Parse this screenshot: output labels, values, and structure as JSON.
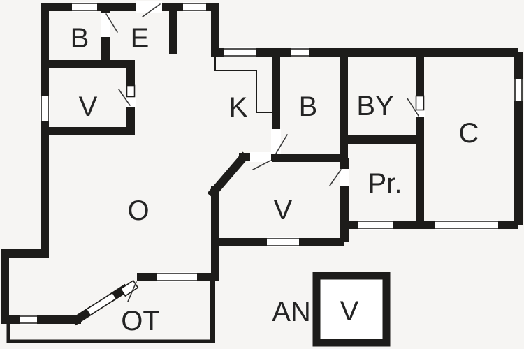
{
  "plan": {
    "type": "floor-plan",
    "rooms": [
      {
        "id": "bedroom-1",
        "label": "B"
      },
      {
        "id": "entry",
        "label": "E"
      },
      {
        "id": "room-v1",
        "label": "V"
      },
      {
        "id": "kitchen",
        "label": "K"
      },
      {
        "id": "bedroom-2",
        "label": "B"
      },
      {
        "id": "utility-by",
        "label": "BY"
      },
      {
        "id": "room-c",
        "label": "C"
      },
      {
        "id": "living-room",
        "label": "O"
      },
      {
        "id": "room-pr",
        "label": "Pr."
      },
      {
        "id": "room-v2",
        "label": "V"
      },
      {
        "id": "terrace-ot",
        "label": "OT"
      },
      {
        "id": "annex",
        "label": "AN"
      },
      {
        "id": "annex-room-v",
        "label": "V"
      }
    ],
    "colors": {
      "wall": "#1d1c1a",
      "background": "#f6f5f3",
      "label": "#242424"
    }
  }
}
